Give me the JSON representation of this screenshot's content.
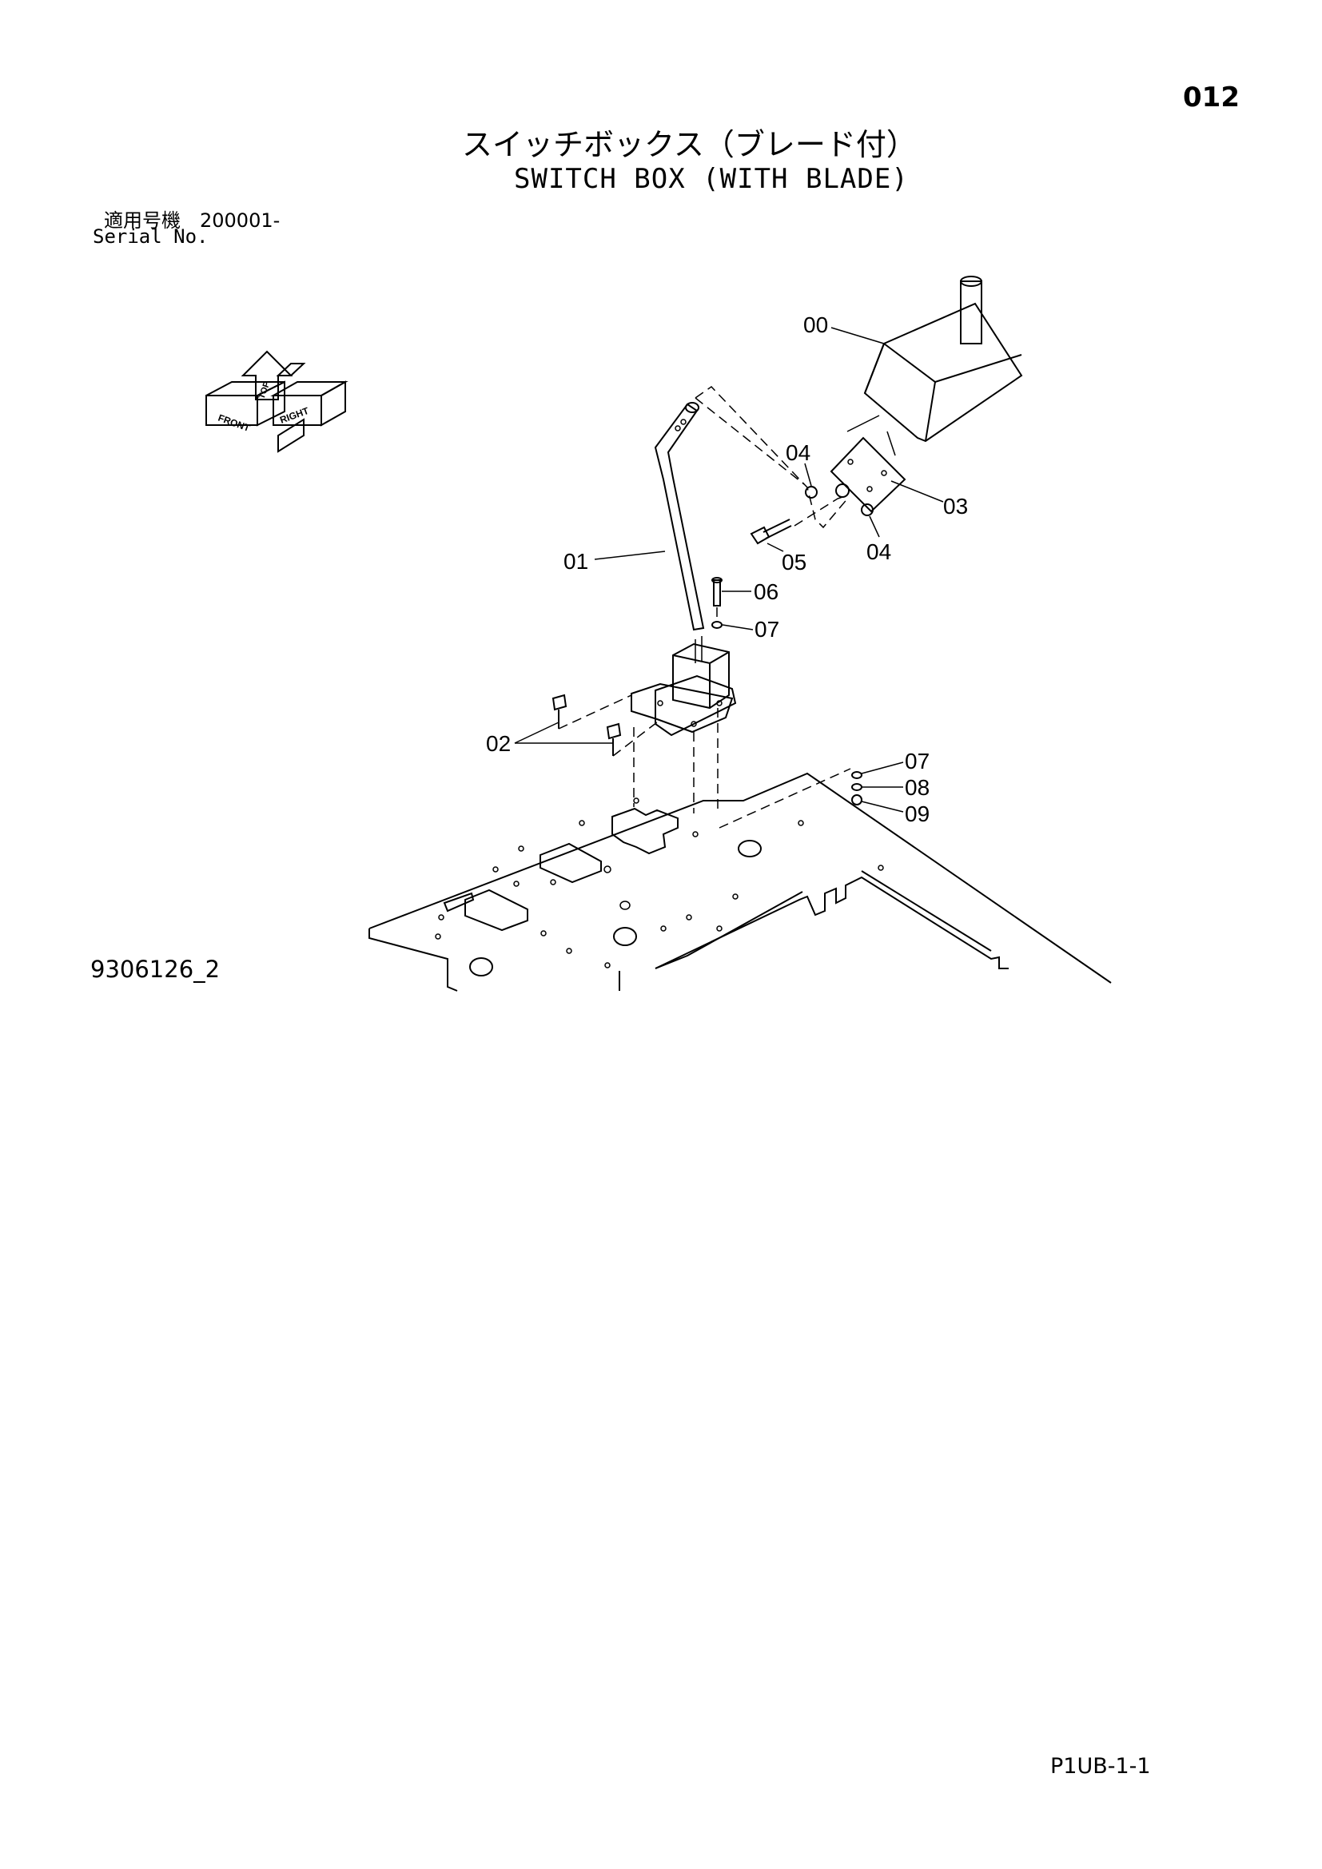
{
  "header": {
    "page_number": "012",
    "title_ja": "スイッチボックス（ブレード付）",
    "title_en": "SWITCH BOX (WITH BLADE)"
  },
  "serial": {
    "label_ja": "適用号機　200001-",
    "label_en": "Serial No."
  },
  "orientation": {
    "front": "FRONT",
    "right": "RIGHT",
    "top": "TOP"
  },
  "callouts": {
    "p00": "00",
    "p01": "01",
    "p02": "02",
    "p03": "03",
    "p04a": "04",
    "p04b": "04",
    "p05": "05",
    "p06": "06",
    "p07a": "07",
    "p07b": "07",
    "p08": "08",
    "p09": "09"
  },
  "footer": {
    "drawing_number": "9306126_2",
    "page_code": "P1UB-1-1"
  }
}
